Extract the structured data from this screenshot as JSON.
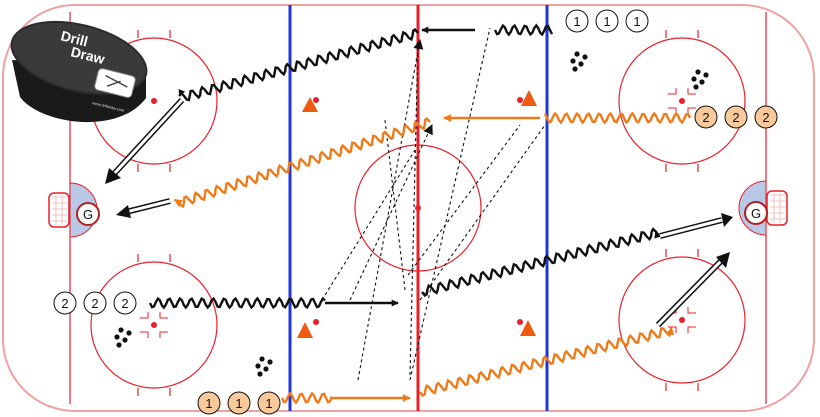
{
  "logo": {
    "line1": "Drill",
    "line2": "Draw",
    "url": "www.drilldraw.com"
  },
  "goalies": {
    "left": "G",
    "right": "G"
  },
  "player_groups": {
    "top_right_white": [
      "1",
      "1",
      "1"
    ],
    "right_orange": [
      "2",
      "2",
      "2"
    ],
    "left_white": [
      "2",
      "2",
      "2"
    ],
    "bottom_orange": [
      "1",
      "1",
      "1"
    ]
  },
  "colors": {
    "ice": "#ffffff",
    "boards": "#f0a0a0",
    "red_line": "#e8202a",
    "blue_line": "#1f35d6",
    "crease": "#b8c8e6",
    "skater_black": "#111111",
    "skater_orange": "#ef7a1a",
    "player_orange_fill": "#f8c99a",
    "cone": "#ef5a10"
  }
}
